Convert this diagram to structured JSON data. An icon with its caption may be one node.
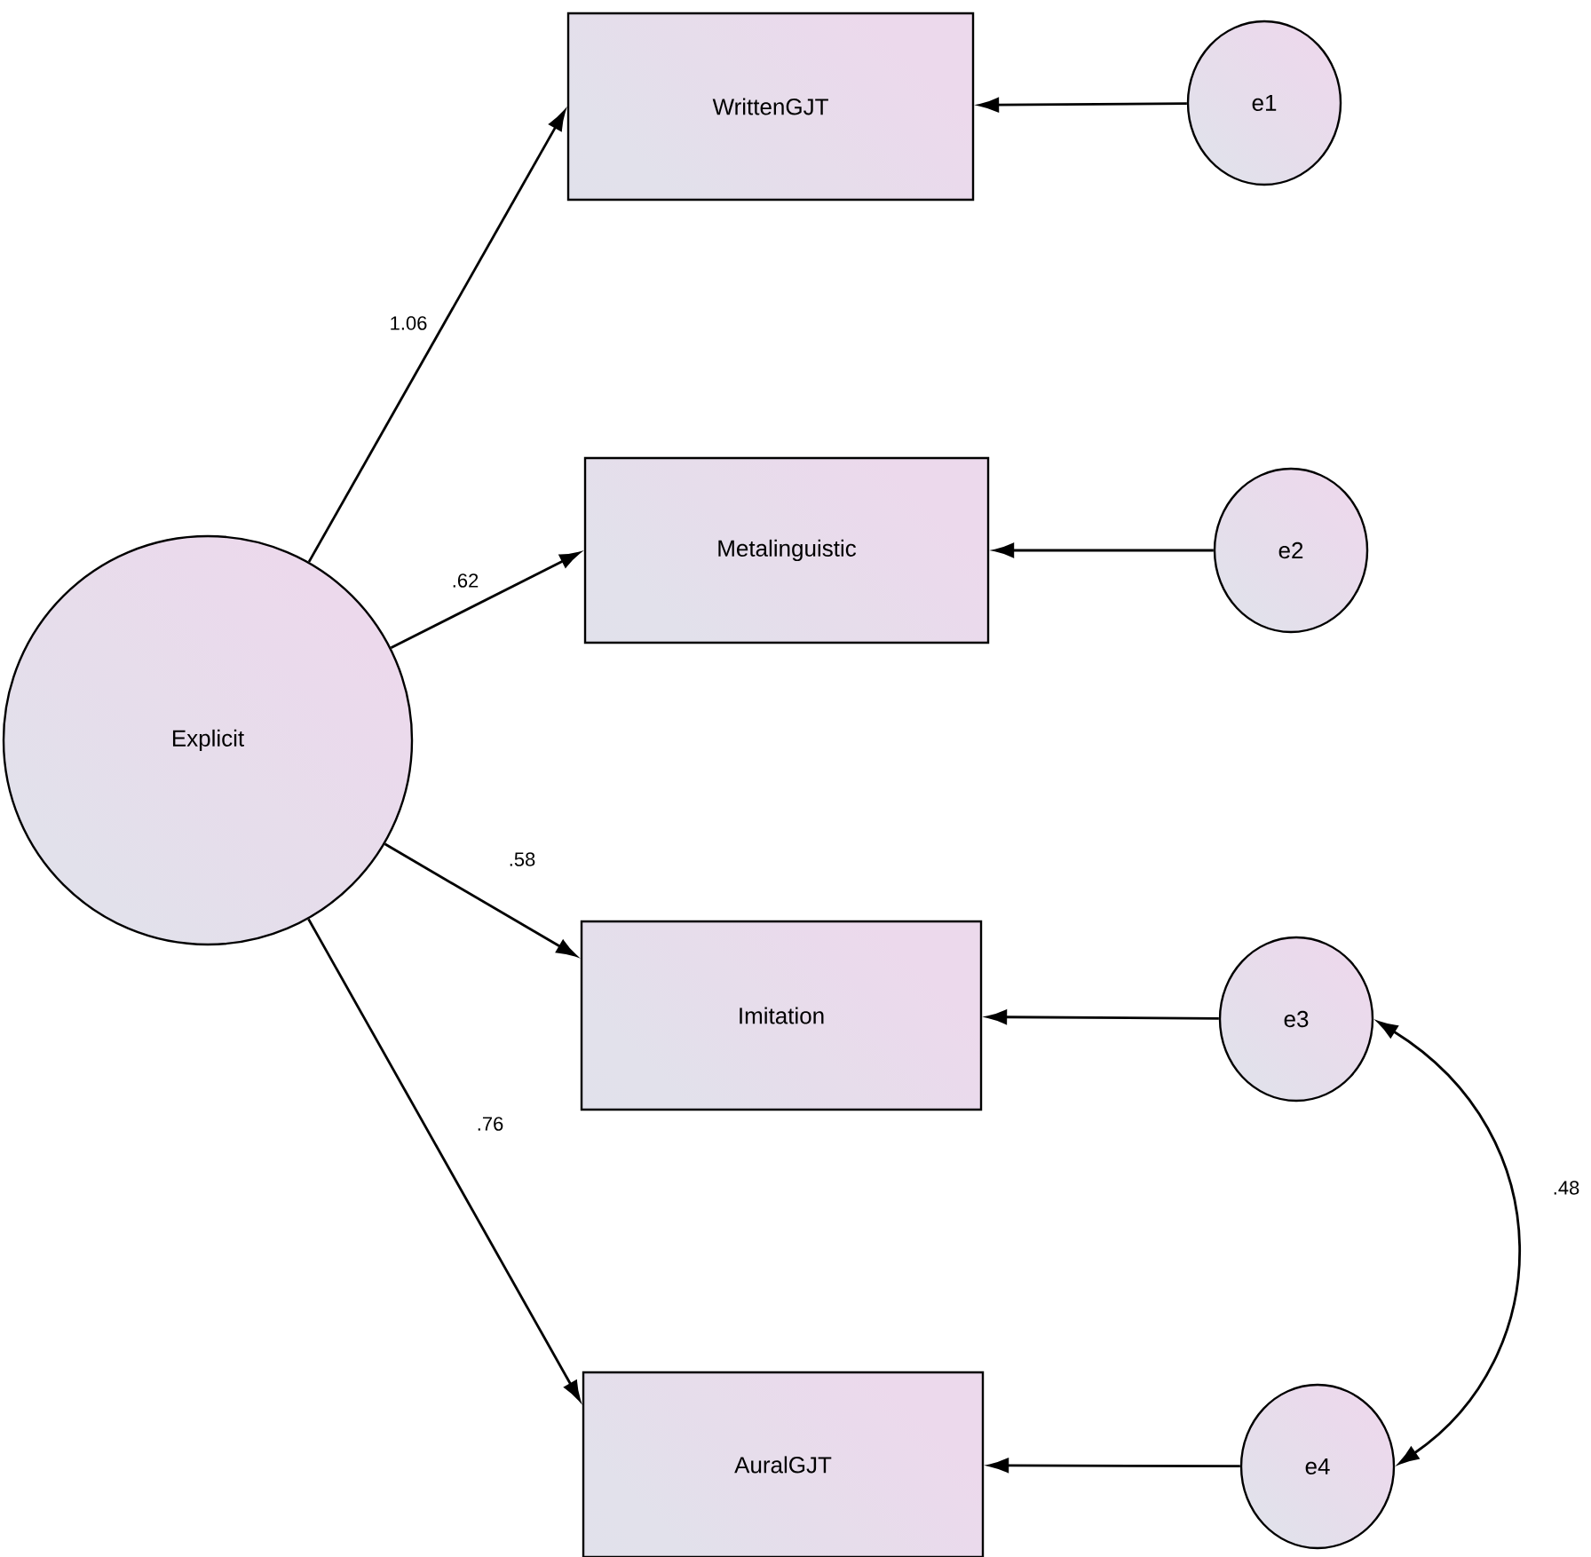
{
  "diagram": {
    "nodes": [
      {
        "text": [
          "Explicit"
        ]
      },
      {
        "text": [
          "WrittenGJT"
        ]
      },
      {
        "text": [
          "Metalinguistic"
        ]
      },
      {
        "text": [
          "Imitation"
        ]
      },
      {
        "text": [
          "AuralGJT"
        ]
      },
      {
        "text": [
          "e1"
        ]
      },
      {
        "text": [
          "e2"
        ]
      },
      {
        "text": [
          "e3"
        ]
      },
      {
        "text": [
          "e4"
        ]
      }
    ],
    "edges": [
      {
        "from": 0,
        "to": 1,
        "arrow": "to",
        "label": "1.06"
      },
      {
        "from": 0,
        "to": 2,
        "arrow": "to",
        "label": ".62"
      },
      {
        "from": 0,
        "to": 3,
        "arrow": "to",
        "label": ".58"
      },
      {
        "from": 0,
        "to": 4,
        "arrow": "to",
        "label": ".76"
      },
      {
        "from": 5,
        "to": 1,
        "arrow": "to"
      },
      {
        "from": 6,
        "to": 2,
        "arrow": "to"
      },
      {
        "from": 7,
        "to": 3,
        "arrow": "to"
      },
      {
        "from": 8,
        "to": 4,
        "arrow": "to"
      },
      {
        "from": 7,
        "to": 8,
        "arrow": "both",
        "label": ".48"
      }
    ]
  }
}
